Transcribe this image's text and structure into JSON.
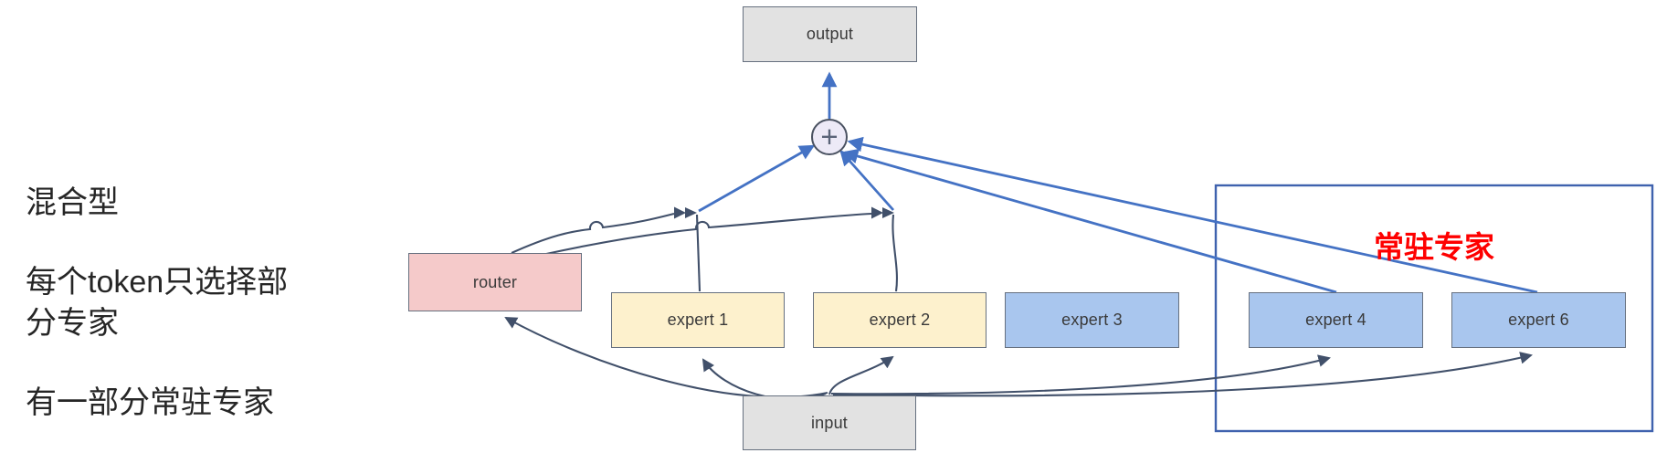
{
  "annotations": {
    "paragraph1": "混合型",
    "paragraph2": "每个token只选择部分专家",
    "paragraph3": "有一部分常驻专家"
  },
  "diagram": {
    "container_label": "常驻专家",
    "sum_symbol": "+",
    "nodes": {
      "output": {
        "label": "output"
      },
      "router": {
        "label": "router"
      },
      "expert1": {
        "label": "expert 1"
      },
      "expert2": {
        "label": "expert 2"
      },
      "expert3": {
        "label": "expert 3"
      },
      "expert4": {
        "label": "expert 4"
      },
      "expert6": {
        "label": "expert 6"
      },
      "input": {
        "label": "input"
      }
    },
    "colors": {
      "box_gray": "#e2e2e2",
      "box_pink": "#f5caca",
      "box_yellow": "#fdf1cd",
      "box_blue": "#a9c6ee",
      "node_border": "#66707f",
      "container_border": "#3f62ae",
      "arrow_blue": "#4472c4",
      "connector_dark": "#41506a",
      "label_red": "#fe0000",
      "sum_fill": "#edeaf7"
    }
  }
}
